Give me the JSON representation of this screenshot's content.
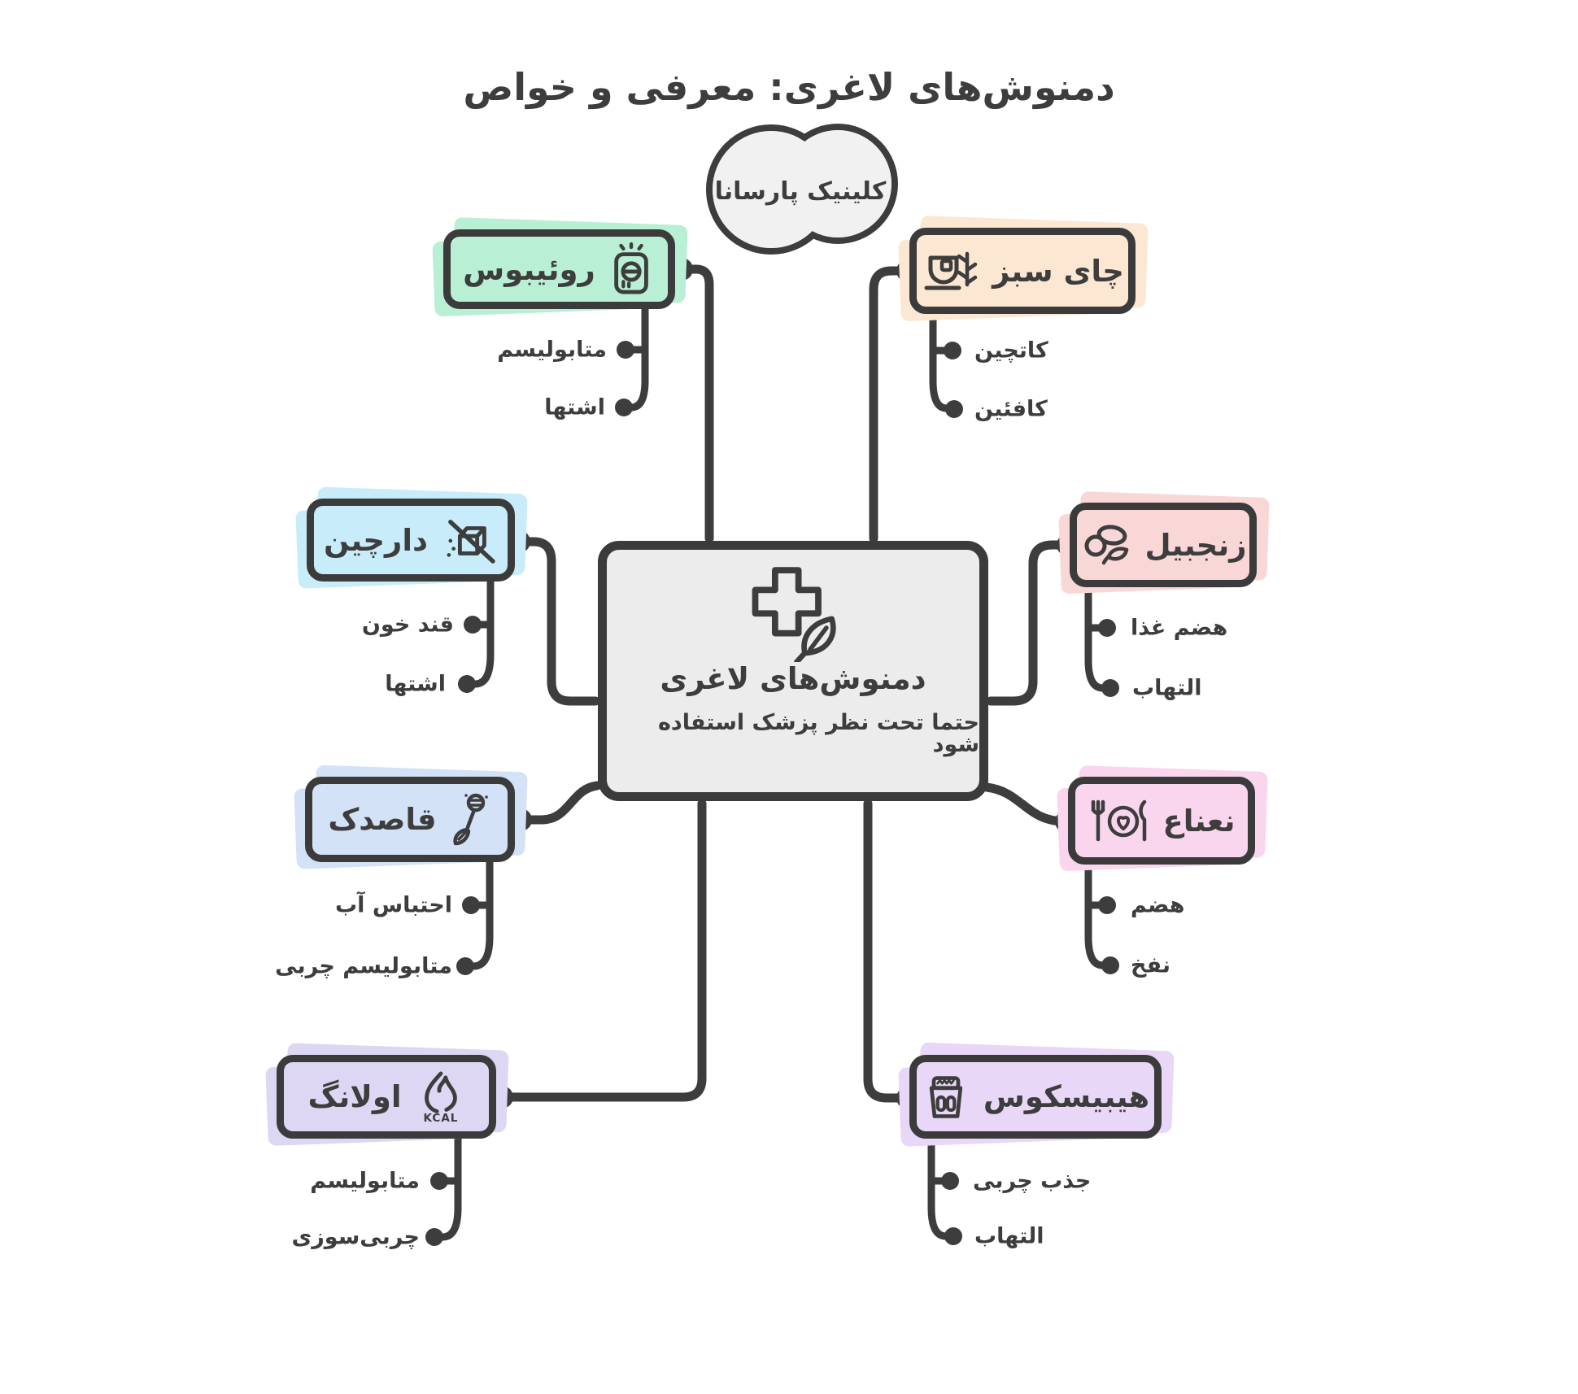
{
  "title": "دمنوش‌های لاغری: معرفی و خواص",
  "cloud": {
    "label": "کلینیک پارسانا"
  },
  "center": {
    "title": "دمنوش‌های لاغری",
    "subtitle": "حتما تحت نظر پزشک استفاده شود",
    "icon": "medical-plus-leaf-icon",
    "fill": "#ececec"
  },
  "colors": {
    "stroke": "#3d3d3d",
    "cloud_fill": "#f1f1f1",
    "background": "#ffffff"
  },
  "branches": [
    {
      "id": "rooibos",
      "label": "روئیبوس",
      "icon": "decaf-can-icon",
      "color": "#b9efd4",
      "side": "left",
      "children": [
        "متابولیسم",
        "اشتها"
      ]
    },
    {
      "id": "green-tea",
      "label": "چای سبز",
      "icon": "tea-cup-icon",
      "color": "#fbe7d2",
      "side": "right",
      "children": [
        "کاتچین",
        "کافئین"
      ]
    },
    {
      "id": "cinnamon",
      "label": "دارچین",
      "icon": "no-sugar-cube-icon",
      "color": "#c9ecfa",
      "side": "left",
      "children": [
        "قند خون",
        "اشتها"
      ]
    },
    {
      "id": "ginger",
      "label": "زنجبیل",
      "icon": "ginger-root-icon",
      "color": "#f9d7d7",
      "side": "right",
      "children": [
        "هضم غذا",
        "التهاب"
      ]
    },
    {
      "id": "dandelion",
      "label": "قاصدک",
      "icon": "dandelion-icon",
      "color": "#d3e2f6",
      "side": "left",
      "children": [
        "احتباس آب",
        "متابولیسم چربی"
      ]
    },
    {
      "id": "mint",
      "label": "نعناع",
      "icon": "healthy-meal-icon",
      "color": "#fad6ee",
      "side": "right",
      "children": [
        "هضم",
        "نفخ"
      ]
    },
    {
      "id": "oolong",
      "label": "اولانگ",
      "icon": "kcal-flame-icon",
      "color": "#ddd7f3",
      "side": "left",
      "children": [
        "متابولیسم",
        "چربی‌سوزی"
      ]
    },
    {
      "id": "hibiscus",
      "label": "هیبیسکوس",
      "icon": "weight-scale-icon",
      "color": "#e8d7f6",
      "side": "right",
      "children": [
        "جذب چربی",
        "التهاب"
      ]
    }
  ]
}
